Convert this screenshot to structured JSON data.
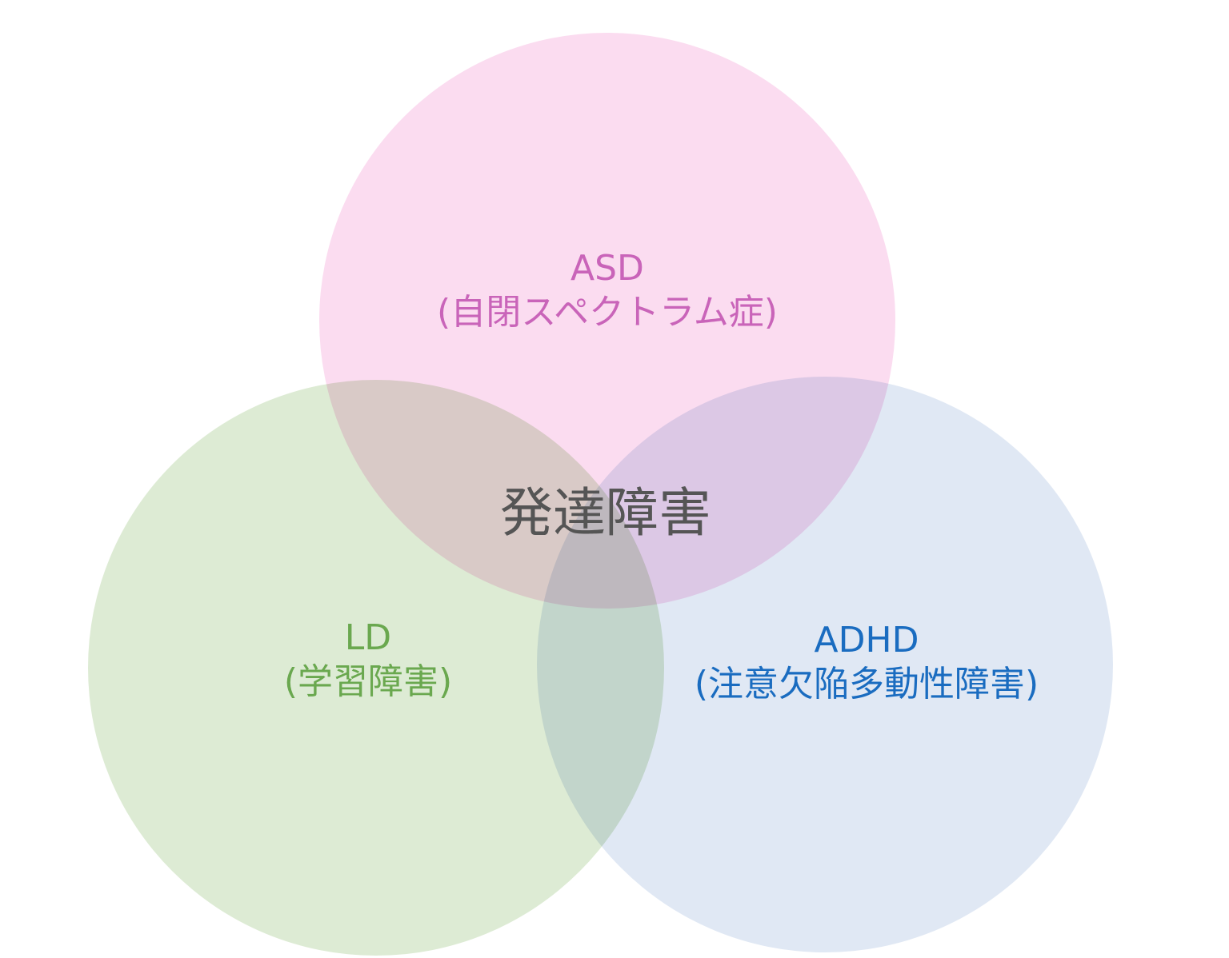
{
  "title": "発達障害",
  "sets": [
    {
      "id": "asd",
      "name": "ASD",
      "subtitle": "(自閉スペクトラム症)",
      "fill": "#fbdcf0",
      "text_color": "#c964b9"
    },
    {
      "id": "ld",
      "name": "LD",
      "subtitle": "(学習障害)",
      "fill": "#ddebd4",
      "text_color": "#6aa84f"
    },
    {
      "id": "adhd",
      "name": "ADHD",
      "subtitle": "(注意欠陥多動性障害)",
      "fill": "#e0e8f4",
      "text_color": "#1a6cc0"
    }
  ]
}
